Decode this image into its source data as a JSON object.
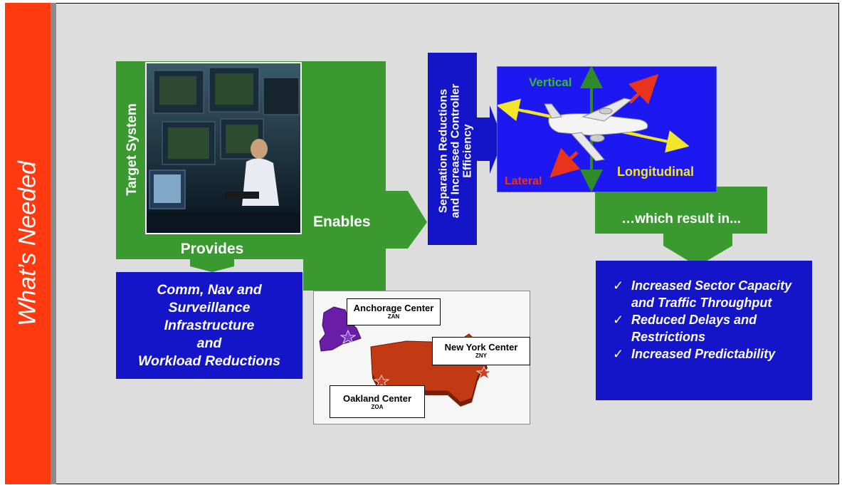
{
  "side_title": "What’s Needed",
  "colors": {
    "side_bar": "#ff3a10",
    "background": "#dddddd",
    "arrow_green": "#3a9a30",
    "box_blue": "#1414c8",
    "plane_box_blue": "#1e18f0"
  },
  "diagram": {
    "target_system_label": "Target System",
    "provides_label": "Provides",
    "infrastructure_lines": [
      "Comm, Nav and",
      "Surveillance",
      "Infrastructure",
      "and",
      "Workload Reductions"
    ],
    "enables_label": "Enables",
    "separation_lines": [
      "Separation Reductions",
      "and Increased Controller",
      "Efficiency"
    ],
    "directions": {
      "vertical": "Vertical",
      "longitudinal": "Longitudinal",
      "lateral": "Lateral"
    },
    "result_label": "…which result in...",
    "results": [
      "Increased Sector Capacity and Traffic Throughput",
      "Reduced Delays and Restrictions",
      "Increased Predictability"
    ],
    "check_glyph": "✓"
  },
  "map": {
    "centers": [
      {
        "name": "Anchorage Center",
        "code": "ZAN"
      },
      {
        "name": "New York Center",
        "code": "ZNY"
      },
      {
        "name": "Oakland Center",
        "code": "ZOA"
      }
    ],
    "colors": {
      "alaska": "#6a1ea8",
      "us": "#c23a14",
      "star_alaska": "#7a3ad8",
      "star_us": "#d04020"
    }
  },
  "icons": {
    "photo": "operator-at-consoles-photo",
    "airplane": "airplane-icon",
    "star": "star-icon",
    "check": "check-icon"
  }
}
